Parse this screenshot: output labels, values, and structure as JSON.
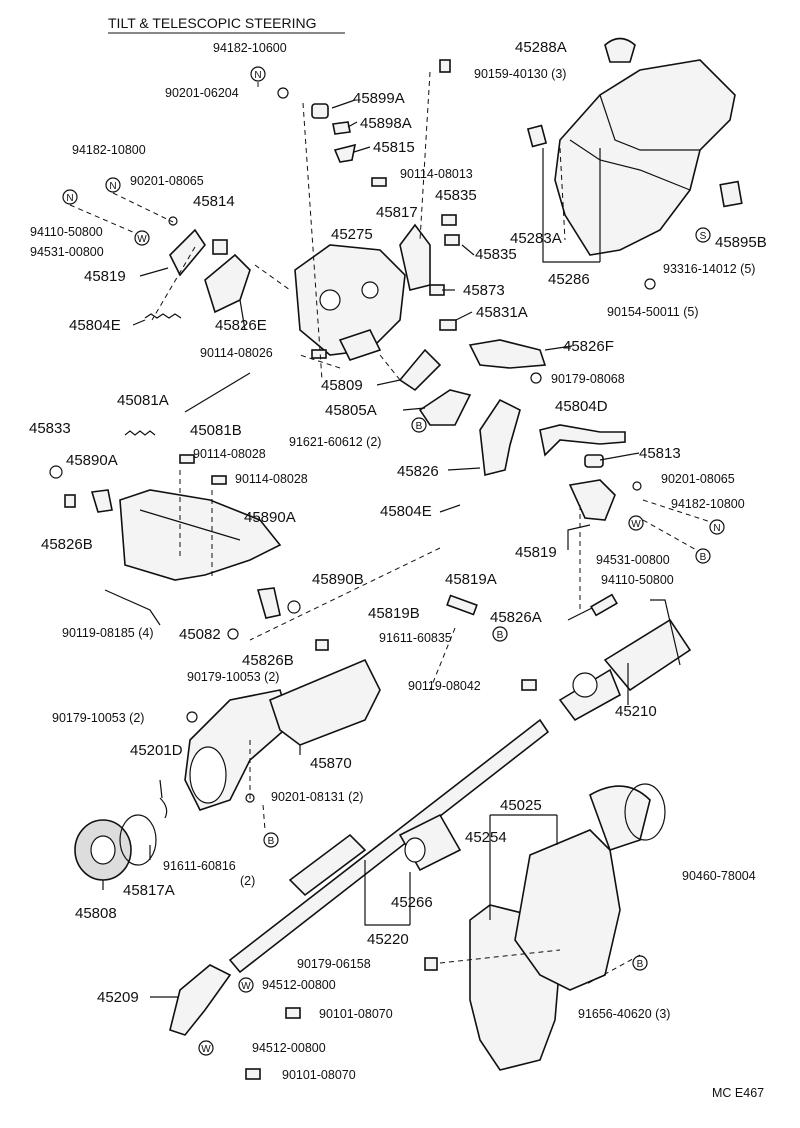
{
  "title": "TILT & TELESCOPIC STEERING",
  "code": "MC E467",
  "labels": [
    {
      "id": "l1",
      "text": "94182-10600"
    },
    {
      "id": "l2",
      "text": "90201-06204"
    },
    {
      "id": "l3",
      "text": "45899A"
    },
    {
      "id": "l4",
      "text": "45898A"
    },
    {
      "id": "l5",
      "text": "90159-40130 (3)"
    },
    {
      "id": "l6",
      "text": "45288A"
    },
    {
      "id": "l7",
      "text": "45815"
    },
    {
      "id": "l8",
      "text": "90114-08013"
    },
    {
      "id": "l9",
      "text": "94182-10800"
    },
    {
      "id": "l10",
      "text": "90201-08065"
    },
    {
      "id": "l11",
      "text": "45814"
    },
    {
      "id": "l12",
      "text": "45835"
    },
    {
      "id": "l13",
      "text": "45817"
    },
    {
      "id": "l14",
      "text": "94110-50800"
    },
    {
      "id": "l15",
      "text": "94531-00800"
    },
    {
      "id": "l16",
      "text": "45275"
    },
    {
      "id": "l17",
      "text": "45835"
    },
    {
      "id": "l18",
      "text": "45283A"
    },
    {
      "id": "l19",
      "text": "45895B"
    },
    {
      "id": "l20",
      "text": "45819"
    },
    {
      "id": "l21",
      "text": "45286"
    },
    {
      "id": "l22",
      "text": "93316-14012 (5)"
    },
    {
      "id": "l23",
      "text": "45873"
    },
    {
      "id": "l24",
      "text": "45826E"
    },
    {
      "id": "l25",
      "text": "45804E"
    },
    {
      "id": "l26",
      "text": "45831A"
    },
    {
      "id": "l27",
      "text": "90154-50011 (5)"
    },
    {
      "id": "l28",
      "text": "90114-08026"
    },
    {
      "id": "l29",
      "text": "45826F"
    },
    {
      "id": "l30",
      "text": "45809"
    },
    {
      "id": "l31",
      "text": "90179-08068"
    },
    {
      "id": "l32",
      "text": "45081A"
    },
    {
      "id": "l33",
      "text": "45805A"
    },
    {
      "id": "l34",
      "text": "45804D"
    },
    {
      "id": "l35",
      "text": "45833"
    },
    {
      "id": "l36",
      "text": "45081B"
    },
    {
      "id": "l37",
      "text": "91621-60612 (2)"
    },
    {
      "id": "l38",
      "text": "90114-08028"
    },
    {
      "id": "l39",
      "text": "45813"
    },
    {
      "id": "l40",
      "text": "45890A"
    },
    {
      "id": "l41",
      "text": "90114-08028"
    },
    {
      "id": "l42",
      "text": "45826"
    },
    {
      "id": "l43",
      "text": "90201-08065"
    },
    {
      "id": "l44",
      "text": "94182-10800"
    },
    {
      "id": "l45",
      "text": "45804E"
    },
    {
      "id": "l46",
      "text": "45826B"
    },
    {
      "id": "l47",
      "text": "45890A"
    },
    {
      "id": "l48",
      "text": "45819"
    },
    {
      "id": "l49",
      "text": "94531-00800"
    },
    {
      "id": "l50",
      "text": "94110-50800"
    },
    {
      "id": "l51",
      "text": "45890B"
    },
    {
      "id": "l52",
      "text": "45819A"
    },
    {
      "id": "l53",
      "text": "45819B"
    },
    {
      "id": "l54",
      "text": "45826A"
    },
    {
      "id": "l55",
      "text": "90119-08185 (4)"
    },
    {
      "id": "l56",
      "text": "45082"
    },
    {
      "id": "l57",
      "text": "91611-60835"
    },
    {
      "id": "l58",
      "text": "45826B"
    },
    {
      "id": "l59",
      "text": "90179-10053 (2)"
    },
    {
      "id": "l60",
      "text": "90119-08042"
    },
    {
      "id": "l61",
      "text": "45210"
    },
    {
      "id": "l62",
      "text": "90179-10053 (2)"
    },
    {
      "id": "l63",
      "text": "45870"
    },
    {
      "id": "l64",
      "text": "45201D"
    },
    {
      "id": "l65",
      "text": "90201-08131 (2)"
    },
    {
      "id": "l66",
      "text": "45025"
    },
    {
      "id": "l67",
      "text": "45254"
    },
    {
      "id": "l68",
      "text": "91611-60816"
    },
    {
      "id": "l69",
      "text": "(2)"
    },
    {
      "id": "l70",
      "text": "45817A"
    },
    {
      "id": "l71",
      "text": "45808"
    },
    {
      "id": "l72",
      "text": "90460-78004"
    },
    {
      "id": "l73",
      "text": "45266"
    },
    {
      "id": "l74",
      "text": "45220"
    },
    {
      "id": "l75",
      "text": "90179-06158"
    },
    {
      "id": "l76",
      "text": "45209"
    },
    {
      "id": "l77",
      "text": "94512-00800"
    },
    {
      "id": "l78",
      "text": "90101-08070"
    },
    {
      "id": "l79",
      "text": "91656-40620 (3)"
    },
    {
      "id": "l80",
      "text": "94512-00800"
    },
    {
      "id": "l81",
      "text": "90101-08070"
    }
  ],
  "symbols": [
    {
      "id": "s1",
      "text": "N"
    },
    {
      "id": "s2",
      "text": "N"
    },
    {
      "id": "s3",
      "text": "N"
    },
    {
      "id": "s4",
      "text": "W"
    },
    {
      "id": "s5",
      "text": "S"
    },
    {
      "id": "s6",
      "text": "B"
    },
    {
      "id": "s7",
      "text": "W"
    },
    {
      "id": "s8",
      "text": "N"
    },
    {
      "id": "s9",
      "text": "B"
    },
    {
      "id": "s10",
      "text": "B"
    },
    {
      "id": "s11",
      "text": "B"
    },
    {
      "id": "s12",
      "text": "W"
    },
    {
      "id": "s13",
      "text": "W"
    }
  ]
}
